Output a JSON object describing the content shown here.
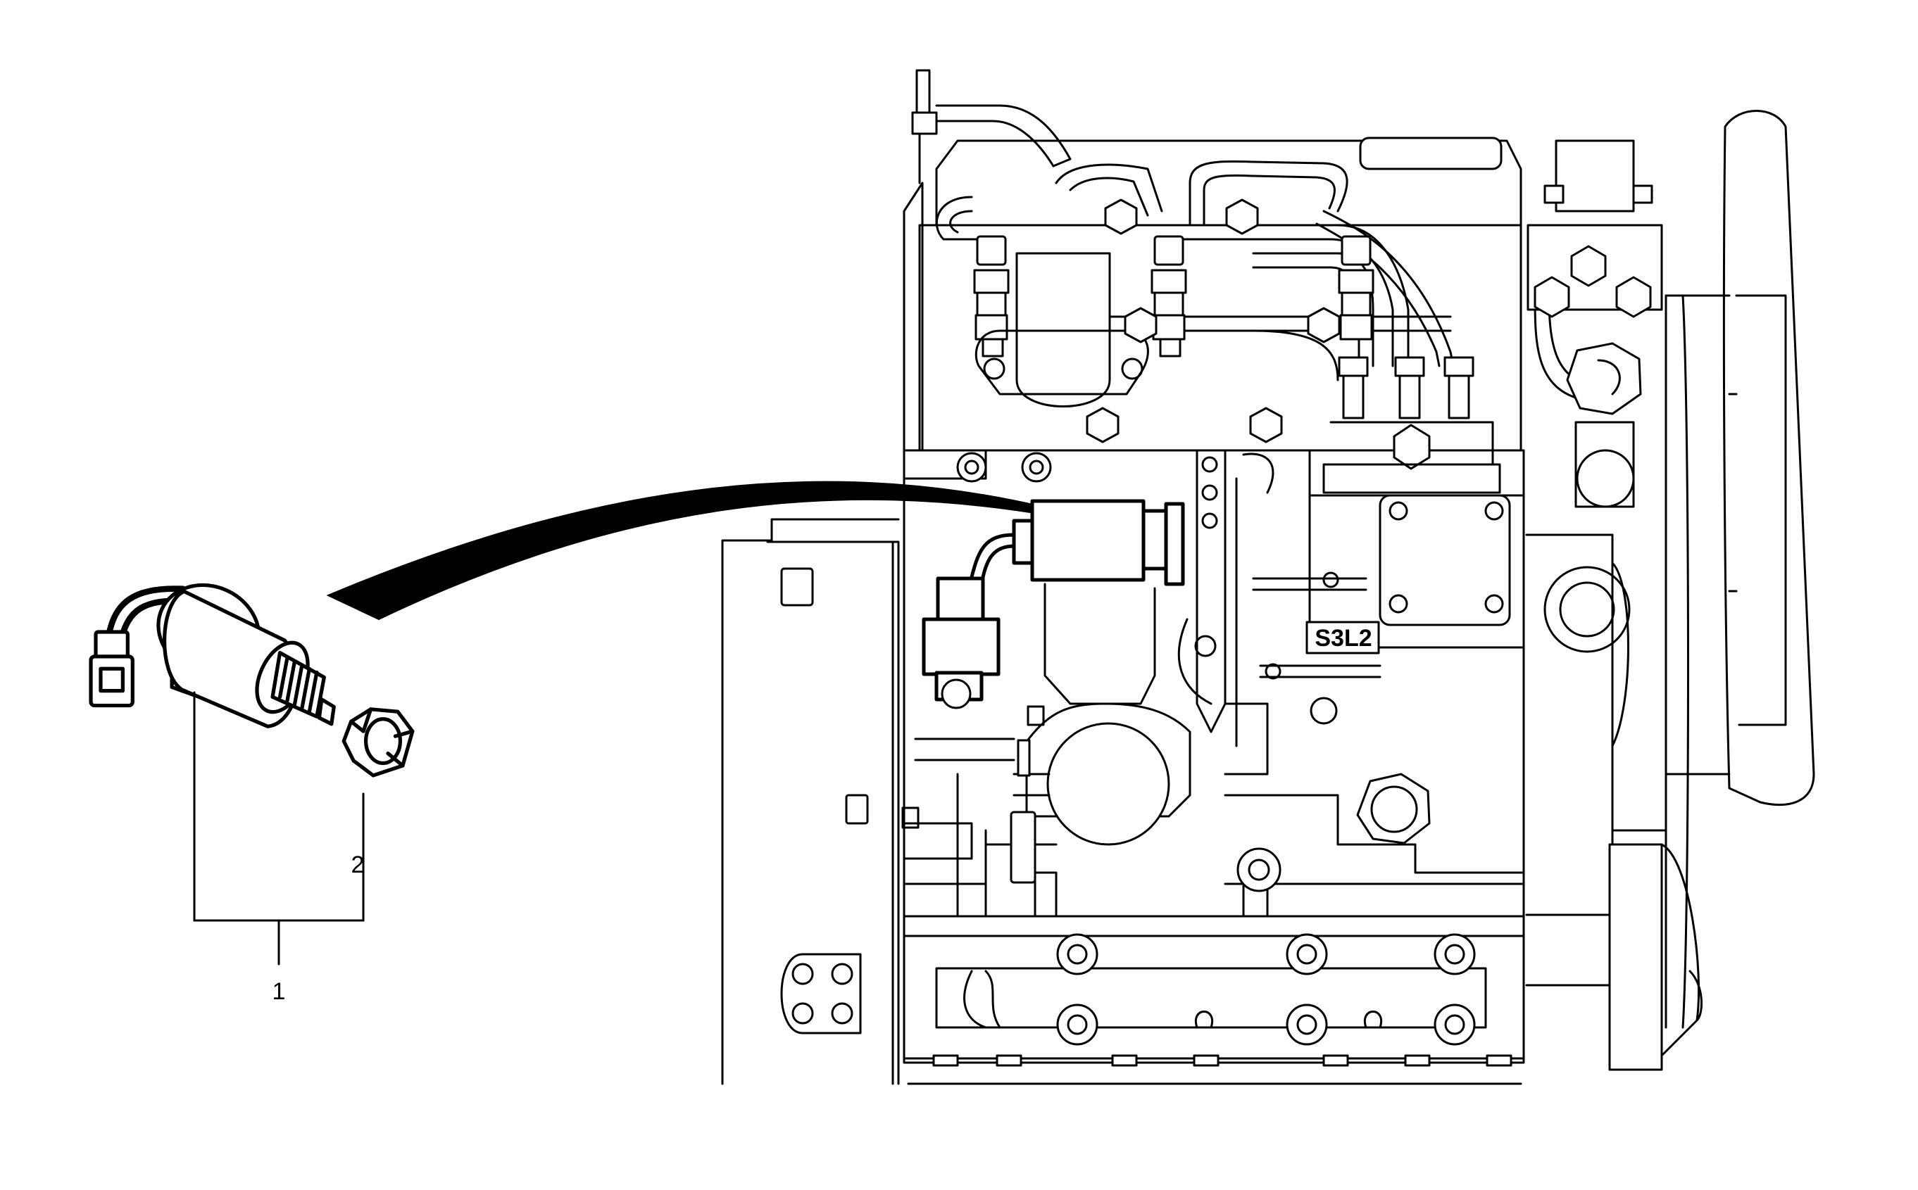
{
  "diagram": {
    "callouts": [
      {
        "id": "1",
        "label": "1",
        "part": "solenoid-assembly"
      },
      {
        "id": "2",
        "label": "2",
        "part": "lock-nut"
      }
    ],
    "engine_model_label": "S3L2",
    "colors": {
      "line": "#000000",
      "background": "#ffffff"
    }
  }
}
